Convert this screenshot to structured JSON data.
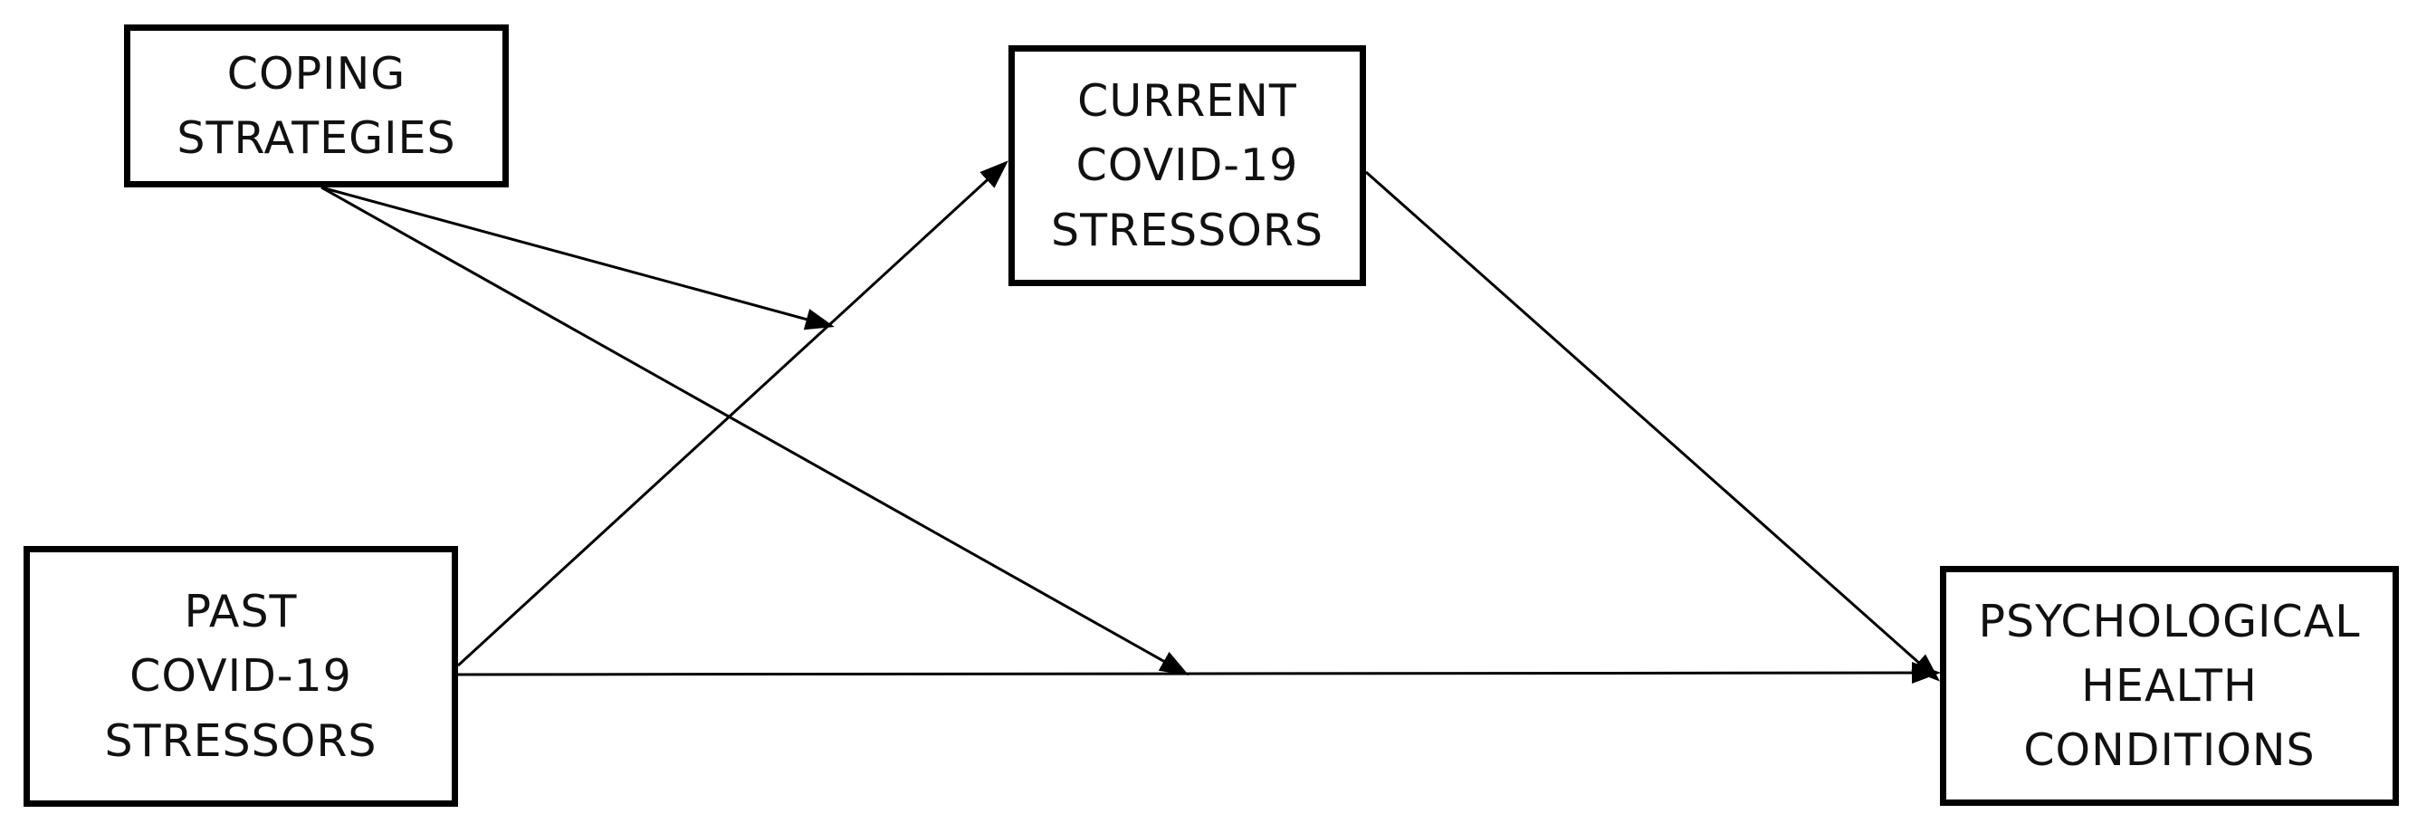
{
  "diagram": {
    "nodes": {
      "coping": {
        "label": "COPING\nSTRATEGIES"
      },
      "current": {
        "label": "CURRENT\nCOVID-19\nSTRESSORS"
      },
      "past": {
        "label": "PAST\nCOVID-19\nSTRESSORS"
      },
      "psych": {
        "label": "PSYCHOLOGICAL\nHEALTH\nCONDITIONS"
      }
    },
    "edges": [
      {
        "from": "past",
        "to": "current",
        "type": "direct-path"
      },
      {
        "from": "current",
        "to": "psych",
        "type": "direct-path"
      },
      {
        "from": "past",
        "to": "psych",
        "type": "direct-path"
      },
      {
        "from": "coping",
        "to": "past-current-path",
        "type": "moderation"
      },
      {
        "from": "coping",
        "to": "past-psych-path",
        "type": "moderation"
      }
    ],
    "colors": {
      "line": "#000000",
      "box_border": "#000000",
      "text": "#111111"
    }
  }
}
